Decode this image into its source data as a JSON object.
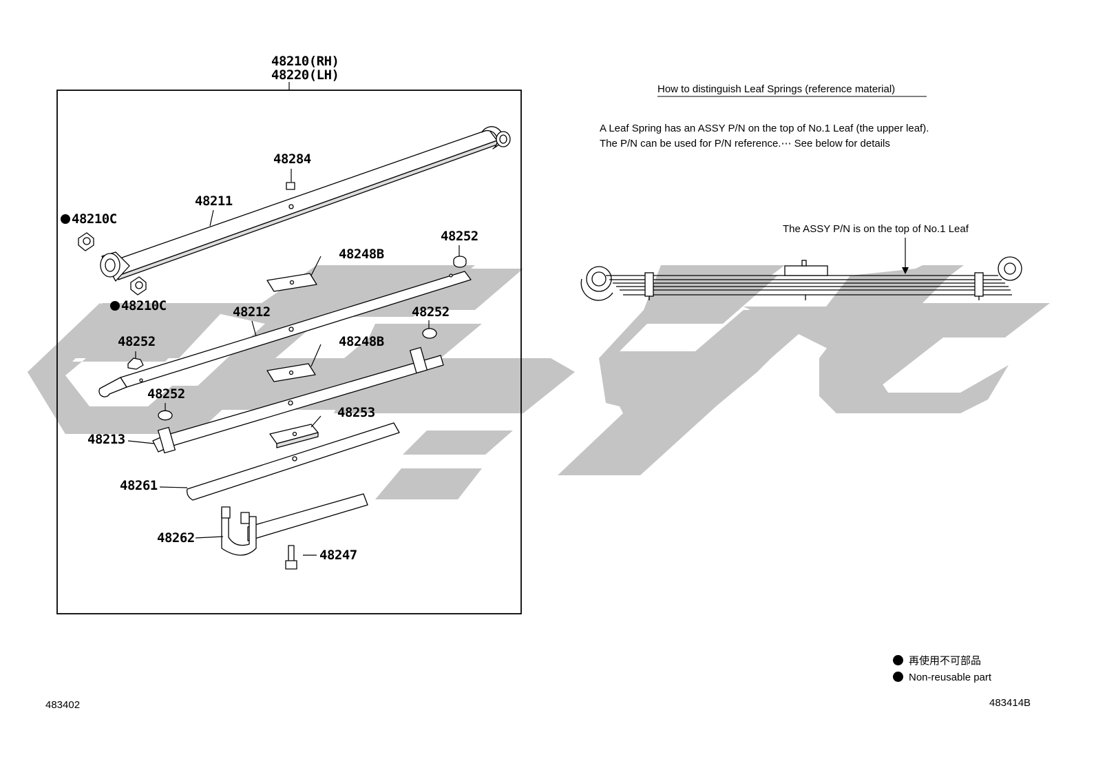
{
  "assembly_labels": {
    "rh": "48210(RH)",
    "lh": "48220(LH)"
  },
  "part_labels": {
    "p48284": "48284",
    "p48211": "48211",
    "p48210c_top": "48210C",
    "p48210c_bottom": "48210C",
    "p48252_a": "48252",
    "p48248b_a": "48248B",
    "p48212": "48212",
    "p48252_b": "48252",
    "p48252_c": "48252",
    "p48248b_b": "48248B",
    "p48252_d": "48252",
    "p48253": "48253",
    "p48213": "48213",
    "p48261": "48261",
    "p48262": "48262",
    "p48247": "48247"
  },
  "reference": {
    "heading": "How to distinguish Leaf Springs (reference material)",
    "line1": "A Leaf Spring has an ASSY P/N on the top of No.1 Leaf (the upper leaf).",
    "line2": "The P/N can be used for P/N reference.⋯ See below for details",
    "callout": "The ASSY P/N is on the top of No.1 Leaf"
  },
  "legend": {
    "japanese": "再使用不可部品",
    "english": "Non-reusable part"
  },
  "figure_ids": {
    "left": "483402",
    "right": "483414B"
  },
  "colors": {
    "watermark": "#c4c4c4",
    "line": "#000000",
    "background": "#ffffff"
  }
}
